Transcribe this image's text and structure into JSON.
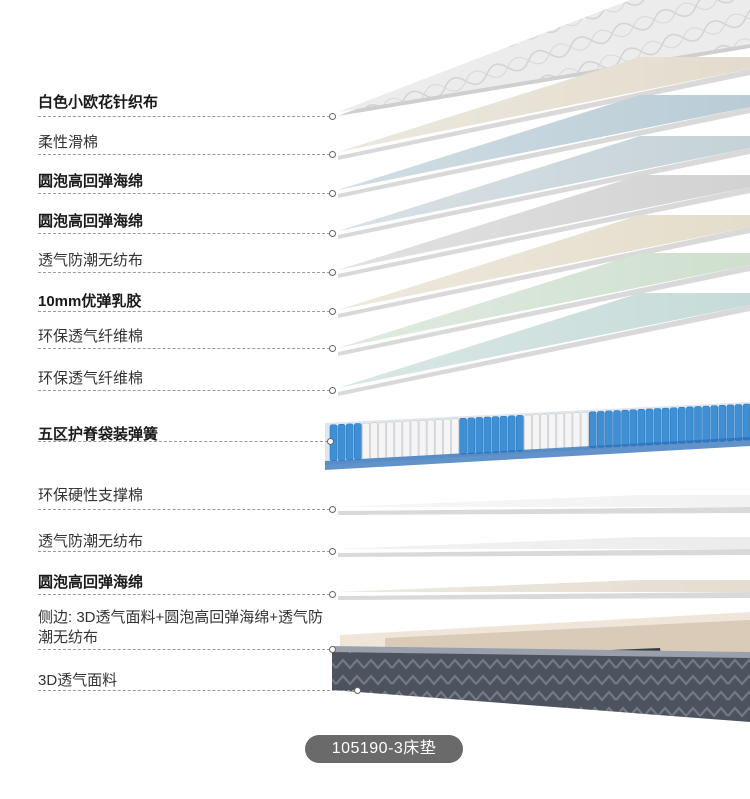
{
  "layers": [
    {
      "label": "白色小欧花针织布",
      "bold": true,
      "color": "#e7e7e7"
    },
    {
      "label": "柔性滑棉",
      "bold": false,
      "color": "#e3dccd"
    },
    {
      "label": "圆泡高回弹海绵",
      "bold": true,
      "color": "#b9ccd6"
    },
    {
      "label": "圆泡高回弹海绵",
      "bold": true,
      "color": "#c5d2d8"
    },
    {
      "label": "透气防潮无纺布",
      "bold": false,
      "color": "#d2d2d2"
    },
    {
      "label": "10mm优弹乳胶",
      "bold": true,
      "color": "#e4ddcb"
    },
    {
      "label": "环保透气纤维棉",
      "bold": false,
      "color": "#cfe0cf"
    },
    {
      "label": "环保透气纤维棉",
      "bold": false,
      "color": "#c6dbd9"
    },
    {
      "label": "五区护脊袋装弹簧",
      "bold": true,
      "color": "#3f8fd4"
    },
    {
      "label": "环保硬性支撑棉",
      "bold": false,
      "color": "#f2f2f2"
    },
    {
      "label": "透气防潮无纺布",
      "bold": false,
      "color": "#ececec"
    },
    {
      "label": "圆泡高回弹海绵",
      "bold": true,
      "color": "#e4ddd0"
    },
    {
      "label": "侧边: 3D透气面料+圆泡高回弹海绵+透气防潮无纺布",
      "bold": false,
      "color": "#e9dfd0"
    },
    {
      "label": "3D透气面料",
      "bold": false,
      "color": "#4d535e"
    }
  ],
  "model": "105190-3床垫",
  "colors": {
    "spring_blue": "#3f8fd4",
    "spring_white": "#f5f5f5",
    "base_dark": "#4d535e",
    "badge": "#6a6a6a"
  }
}
